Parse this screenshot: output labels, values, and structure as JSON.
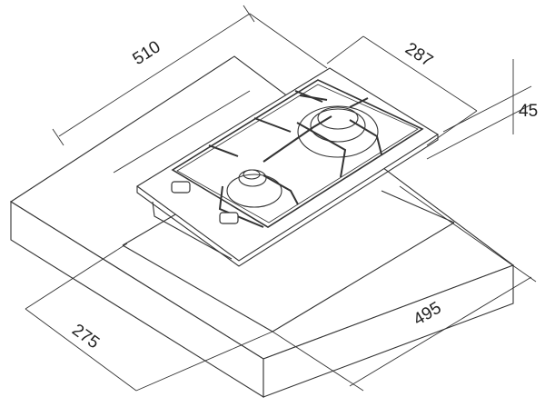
{
  "title": "Gas hob installation dimensions",
  "dimensions": {
    "countertop_width": "510",
    "hob_depth": "287",
    "hob_height": "45",
    "cutout_width": "495",
    "cutout_depth": "275"
  },
  "colors": {
    "line": "#333333",
    "background": "#ffffff"
  }
}
